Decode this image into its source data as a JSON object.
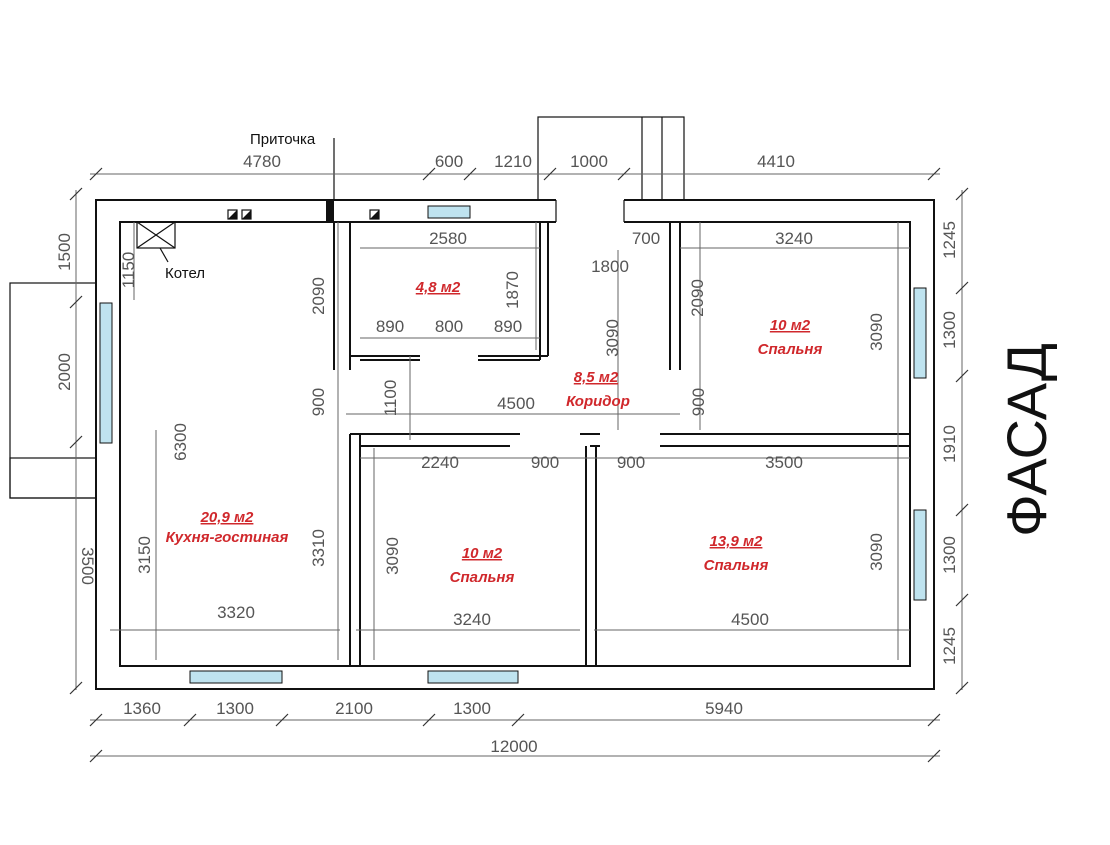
{
  "labels": {
    "pritochka": "Приточка",
    "kotel": "Котел",
    "facade": "ФАСАД"
  },
  "rooms": {
    "bath": {
      "area": "4,8  м2"
    },
    "corridor": {
      "area": "8,5 м2",
      "name": "Коридор"
    },
    "bed_top_right": {
      "area": "10 м2",
      "name": "Спальня"
    },
    "kitchen": {
      "area": "20,9 м2",
      "name": "Кухня-гостиная"
    },
    "bed_mid": {
      "area": "10 м2",
      "name": "Спальня"
    },
    "bed_bottom_right": {
      "area": "13,9 м2",
      "name": "Спальня"
    }
  },
  "dims": {
    "top": [
      "4780",
      "600",
      "1210",
      "1000",
      "4410"
    ],
    "bottom": [
      "1360",
      "1300",
      "2100",
      "1300",
      "5940"
    ],
    "total": "12000",
    "left": [
      "1500",
      "2000",
      "3500"
    ],
    "right": [
      "1245",
      "1300",
      "1910",
      "1300",
      "1245"
    ],
    "interior": {
      "d2580": "2580",
      "d1150": "1150",
      "d2090a": "2090",
      "d1870": "1870",
      "d890a": "890",
      "d800": "800",
      "d890b": "890",
      "d700": "700",
      "d3240a": "3240",
      "d1800": "1800",
      "d2090b": "2090",
      "d3090a": "3090",
      "d3090b": "3090",
      "d900a": "900",
      "d1100": "1100",
      "d4500a": "4500",
      "d900b": "900",
      "d6300": "6300",
      "d2240": "2240",
      "d900c": "900",
      "d900d": "900",
      "d3500": "3500",
      "d3150": "3150",
      "d3310": "3310",
      "d3090c": "3090",
      "d3090d": "3090",
      "d3320": "3320",
      "d3240b": "3240",
      "d4500b": "4500"
    }
  }
}
